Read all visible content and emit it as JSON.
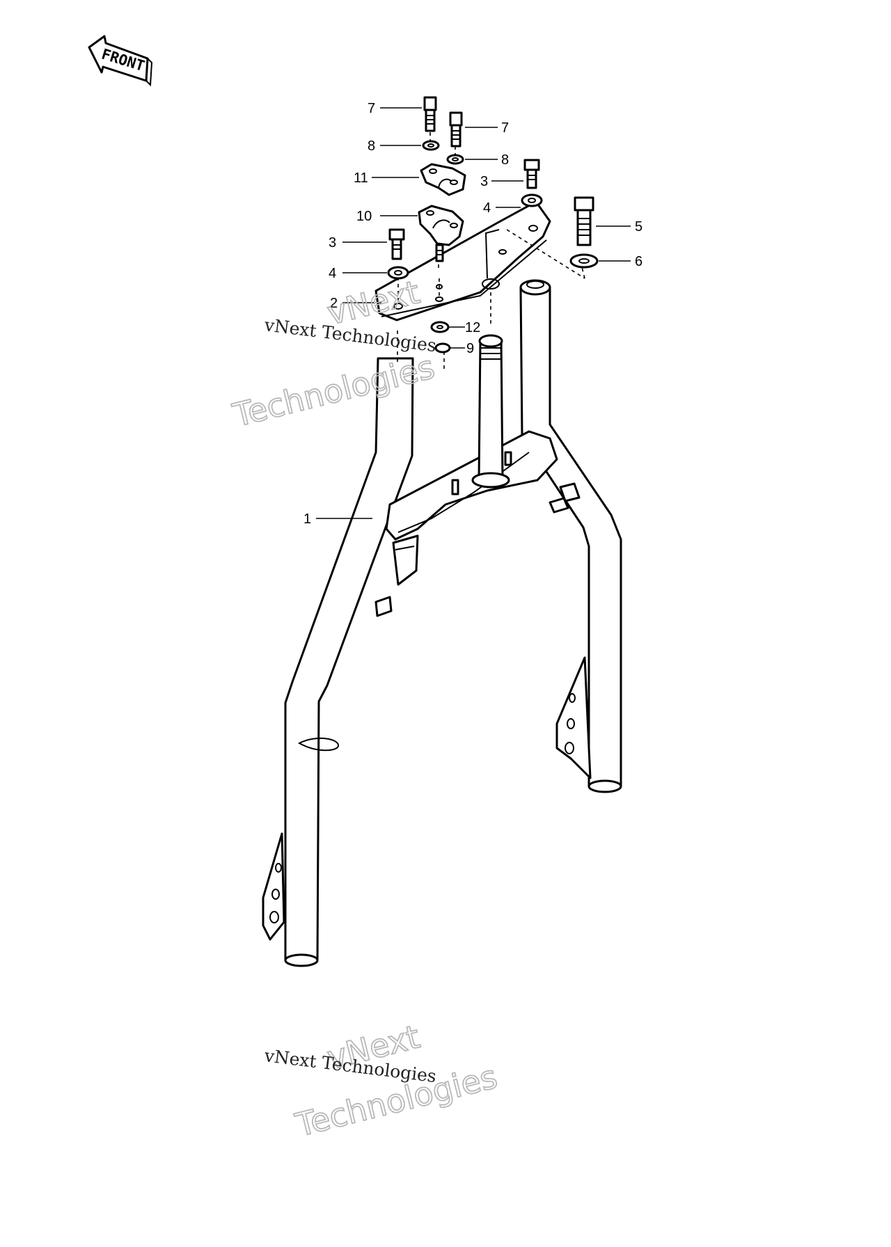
{
  "front_label": "FRONT",
  "callouts": {
    "p1": "1",
    "p2": "2",
    "p3a": "3",
    "p3b": "3",
    "p4a": "4",
    "p4b": "4",
    "p5": "5",
    "p6": "6",
    "p7a": "7",
    "p7b": "7",
    "p8a": "8",
    "p8b": "8",
    "p9": "9",
    "p10": "10",
    "p11": "11",
    "p12": "12"
  },
  "watermarks": {
    "plain_1": "vNext Technologies",
    "ghost_1a": "vNext",
    "ghost_1b": "Technologies",
    "plain_2": "vNext Technologies",
    "ghost_2a": "vNext",
    "ghost_2b": "Technologies"
  },
  "icons": [
    "front-arrow-icon"
  ]
}
